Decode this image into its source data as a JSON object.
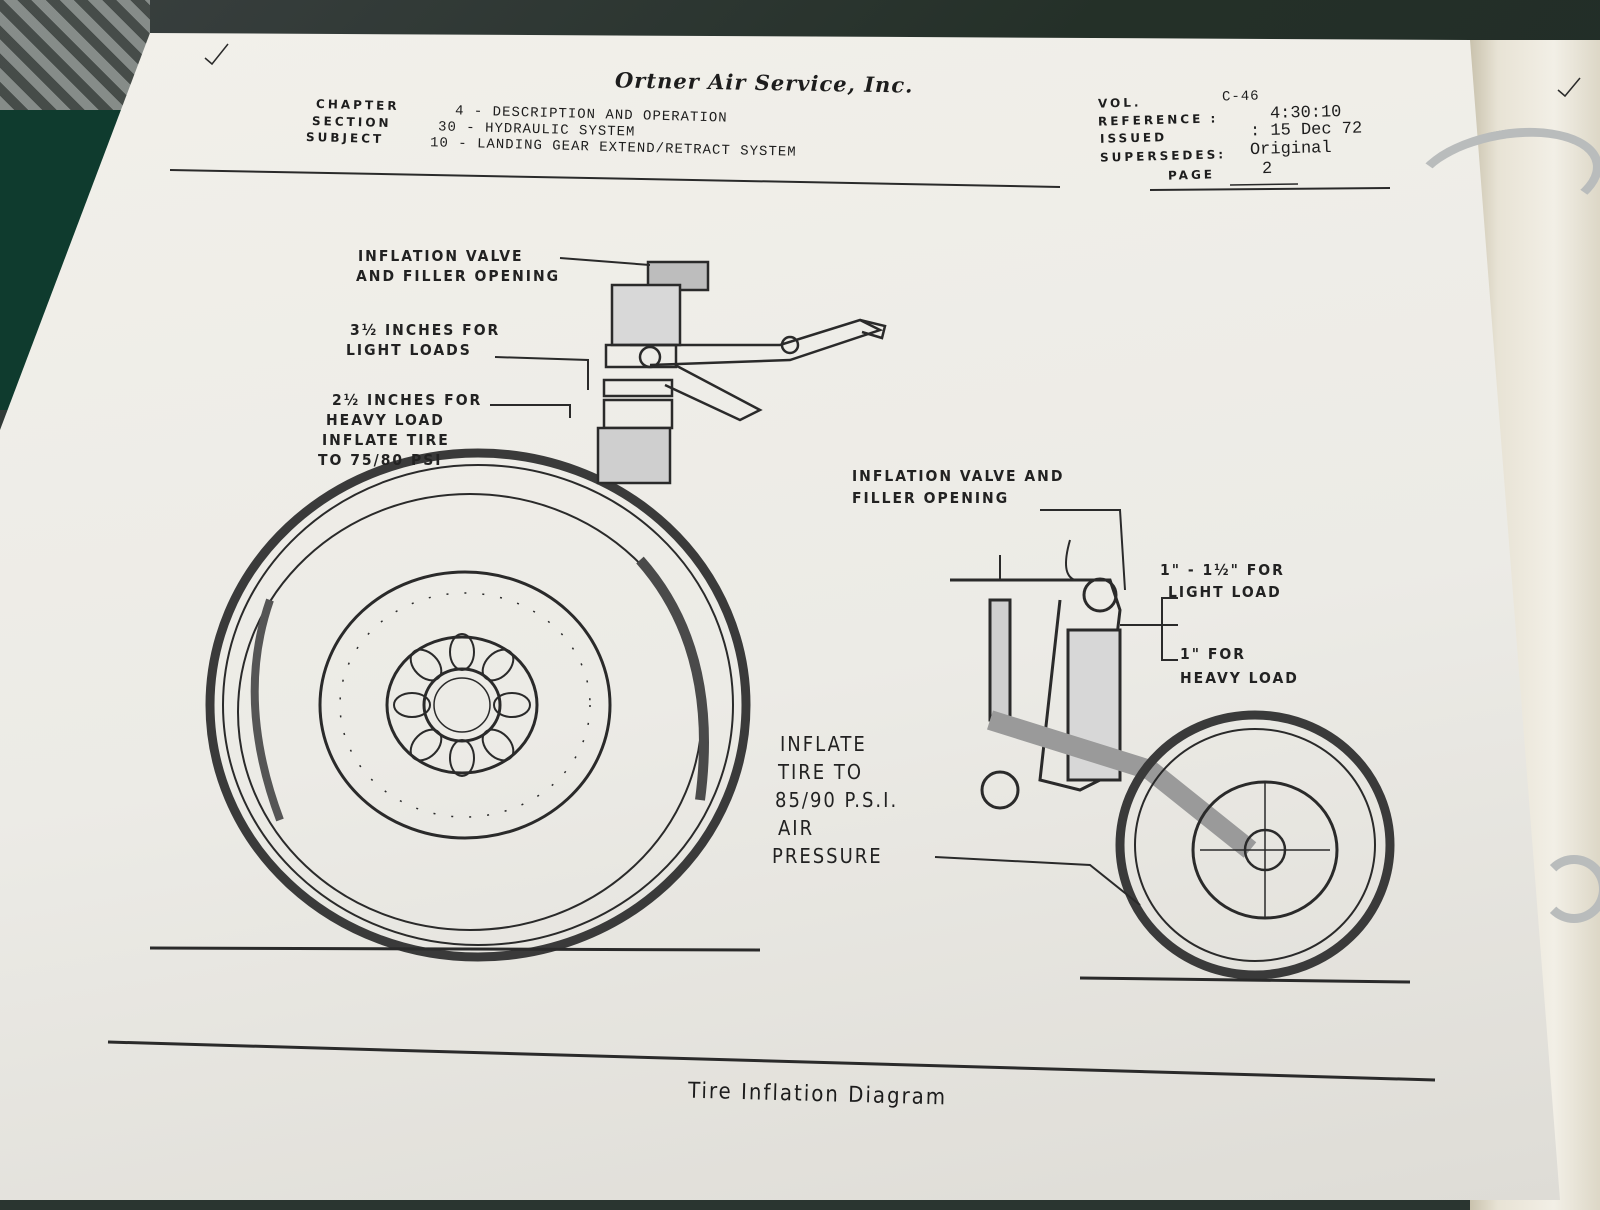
{
  "company": "Ortner Air Service, Inc.",
  "header": {
    "chapter_label": "CHAPTER",
    "chapter_value": "4 - DESCRIPTION AND OPERATION",
    "section_label": "SECTION",
    "section_value": "30 - HYDRAULIC SYSTEM",
    "subject_label": "SUBJECT",
    "subject_value": "10 - LANDING GEAR EXTEND/RETRACT SYSTEM",
    "vol_label": "VOL.",
    "vol_value": "C-46",
    "reference_label": "REFERENCE :",
    "reference_value": "4:30:10",
    "issued_label": "ISSUED",
    "issued_value": ": 15 Dec 72",
    "supersedes_label": "SUPERSEDES:",
    "supersedes_value": "Original",
    "page_label": "PAGE",
    "page_value": "2"
  },
  "main_gear": {
    "valve_line1": "INFLATION VALVE",
    "valve_line2": "AND FILLER OPENING",
    "light_line1": "3½ INCHES FOR",
    "light_line2": "LIGHT LOADS",
    "heavy_line1": "2½ INCHES FOR",
    "heavy_line2": "HEAVY LOAD",
    "inflate_line1": "INFLATE TIRE",
    "inflate_line2": "TO 75/80 PSI"
  },
  "tail_gear": {
    "valve_line1": "INFLATION VALVE AND",
    "valve_line2": "FILLER OPENING",
    "light_line1": "1\" - 1½\" FOR",
    "light_line2": "LIGHT LOAD",
    "heavy_line1": "1\" FOR",
    "heavy_line2": "HEAVY LOAD",
    "inflate_line1": "INFLATE",
    "inflate_line2": "TIRE TO",
    "inflate_line3": "85/90 P.S.I.",
    "inflate_line4": "AIR",
    "inflate_line5": "PRESSURE"
  },
  "caption": "Tire Inflation Diagram"
}
